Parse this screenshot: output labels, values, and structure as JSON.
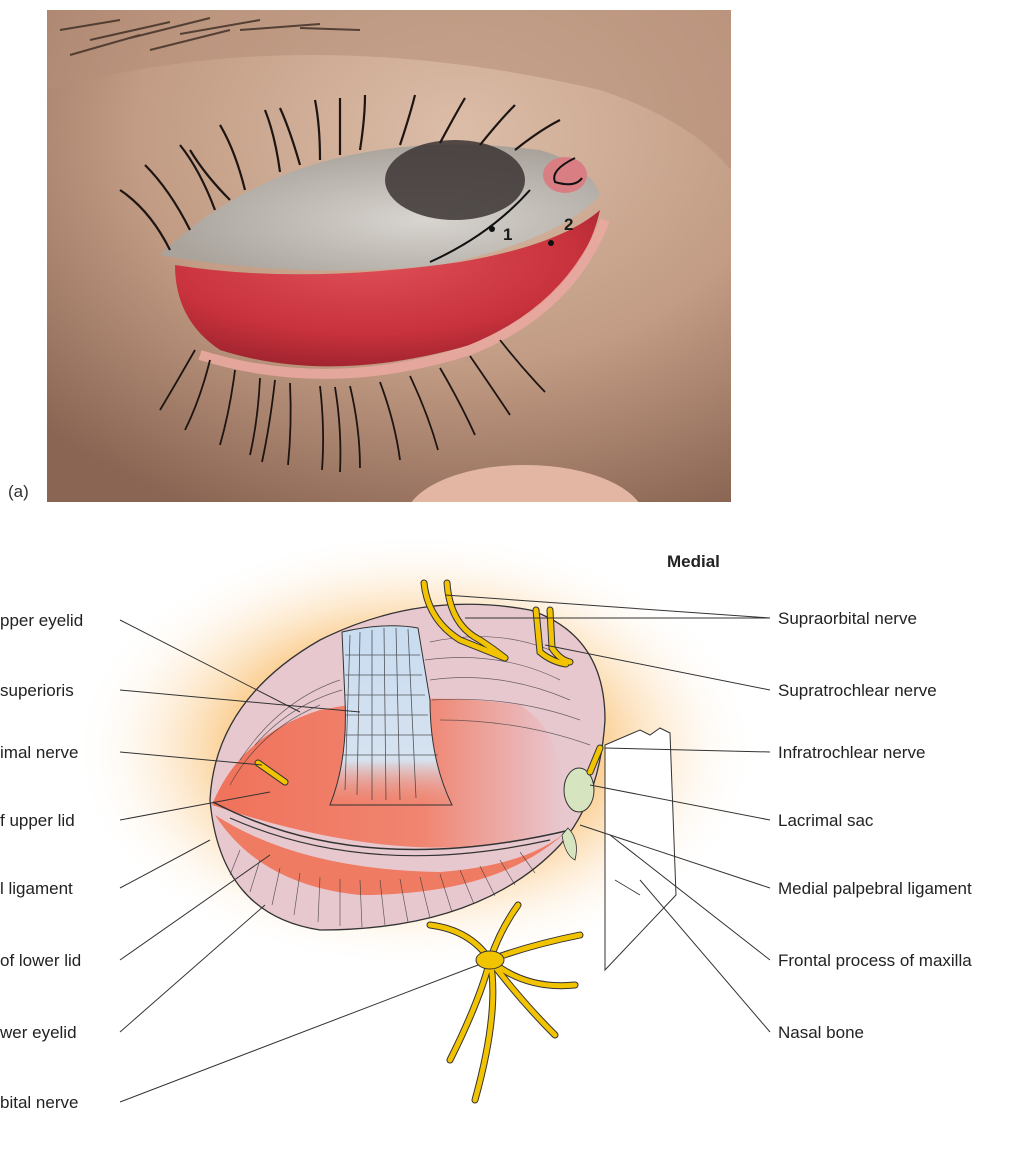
{
  "panel_a": {
    "tag": "(a)",
    "points": [
      "1",
      "2"
    ]
  },
  "panel_b": {
    "orientation_label": "Medial",
    "left_labels": [
      "pper eyelid",
      " superioris",
      "imal nerve",
      "f upper lid",
      "l ligament",
      "of lower lid",
      "wer eyelid",
      "bital nerve"
    ],
    "right_labels": [
      "Supraorbital nerve",
      "Supratrochlear nerve",
      "Infratrochlear nerve",
      "Lacrimal sac",
      "Medial palpebral ligament",
      "Frontal process of maxilla",
      "Nasal bone"
    ]
  },
  "colors": {
    "nerve": "#f2c300",
    "tarsus": "#ef7b63",
    "levator": "#cfe0f0",
    "orbicularis": "#e9c4cb",
    "glow": "#fbd7a0",
    "lacrimal_sac": "#d6e4c0"
  }
}
